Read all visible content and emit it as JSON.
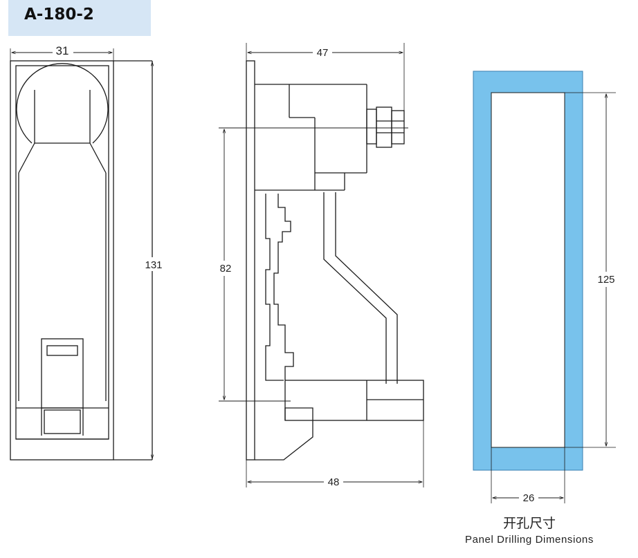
{
  "title": "A-180-2",
  "dimensions": {
    "front_width": "31",
    "front_height": "131",
    "side_top_depth": "47",
    "side_inner_height": "82",
    "side_bottom_depth": "48",
    "cutout_height": "125",
    "cutout_width": "26"
  },
  "caption": {
    "cn": "开孔尺寸",
    "en": "Panel Drilling Dimensions"
  },
  "colors": {
    "title_bg": "#d6e6f5",
    "cutout_fill": "#78c2ec",
    "line": "#1a1a1a"
  }
}
